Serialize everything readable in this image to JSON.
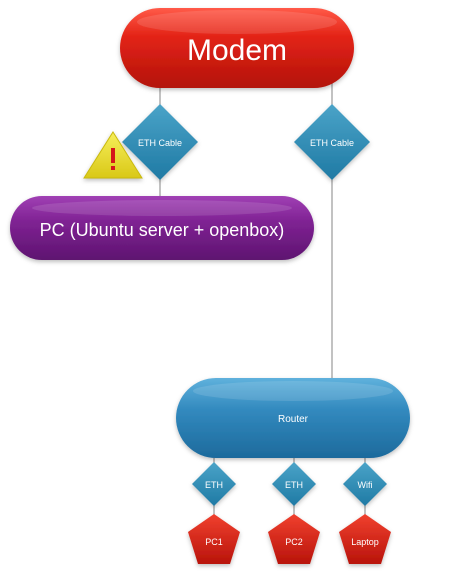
{
  "modem": {
    "label": "Modem",
    "color": "#d81b12"
  },
  "pc_server": {
    "label": "PC (Ubuntu server + openbox)",
    "color": "#7a1e8c"
  },
  "router": {
    "label": "Router",
    "color": "#2f86b8"
  },
  "connectors": {
    "modem_to_pc": {
      "label": "ETH Cable"
    },
    "modem_to_router": {
      "label": "ETH Cable"
    },
    "router_to_pc1": {
      "label": "ETH"
    },
    "router_to_pc2": {
      "label": "ETH"
    },
    "router_to_laptop": {
      "label": "Wifi"
    },
    "color": "#2f88b0"
  },
  "devices": {
    "pc1": {
      "label": "PC1"
    },
    "pc2": {
      "label": "PC2"
    },
    "laptop": {
      "label": "Laptop"
    },
    "color": "#d01c12"
  },
  "warning": {
    "icon": "warning-icon",
    "color": "#e8dc2a"
  },
  "line_color": "#9a9a9a"
}
